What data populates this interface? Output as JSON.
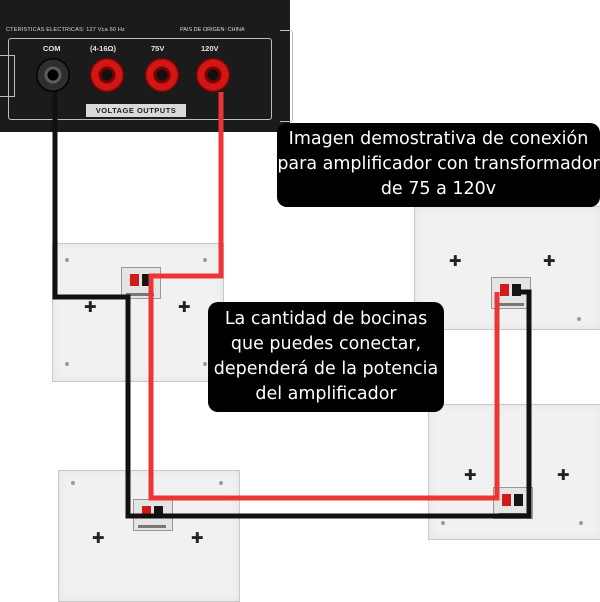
{
  "amplifier": {
    "spec_text": "CTERISTICAS ELECTRICAS: 127 Vca 60 Hz",
    "origin_text": "PAIS DE ORIGEN: CHINA",
    "panel_label": "VOLTAGE OUTPUTS",
    "terminals": [
      {
        "label": "COM",
        "color": "black"
      },
      {
        "label": "(4-16Ω)",
        "color": "red"
      },
      {
        "label": "75V",
        "color": "red"
      },
      {
        "label": "120V",
        "color": "red"
      }
    ]
  },
  "callouts": {
    "top_lines": [
      "Imagen demostrativa de conexión",
      "para amplificador con transformador",
      "de 75 a 120v"
    ],
    "middle_lines": [
      "La cantidad de bocinas",
      "que puedes conectar,",
      "dependerá de la potencia",
      "del amplificador"
    ]
  },
  "colors": {
    "wire_red": "#ee3535",
    "wire_black": "#111111",
    "speaker_body": "#f1f1f1",
    "amp_body": "#1b1b1b",
    "callout_bg": "#000000",
    "callout_text": "#ffffff"
  },
  "speakers": [
    {
      "id": "top-left"
    },
    {
      "id": "top-right"
    },
    {
      "id": "bottom-left"
    },
    {
      "id": "bottom-right"
    }
  ]
}
